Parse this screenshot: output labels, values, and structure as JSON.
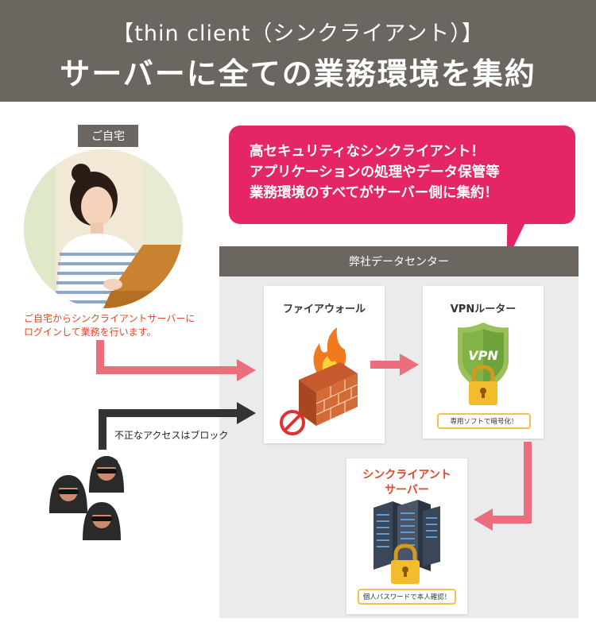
{
  "header": {
    "line1": "【thin client（シンクライアント）】",
    "line2": "サーバーに全ての業務環境を集約"
  },
  "home": {
    "tag": "ご自宅",
    "description_line1": "ご自宅からシンクライアントサーバーに",
    "description_line2": "ログインして業務を行います。"
  },
  "bubble": {
    "line1": "高セキュリティなシンクライアント！",
    "line2": "アプリケーションの処理やデータ保管等",
    "line3": "業務環境のすべてがサーバー側に集約！"
  },
  "datacenter": {
    "title": "弊社データセンター",
    "firewall": {
      "title": "ファイアウォール"
    },
    "vpn": {
      "title": "VPNルーター",
      "shield_text": "VPN",
      "badge": "専用ソフトで暗号化！"
    },
    "server": {
      "title_line1": "シンクライアント",
      "title_line2": "サーバー",
      "badge": "個人パスワードで本人確認！"
    }
  },
  "intruders": {
    "label": "不正なアクセスはブロック"
  },
  "colors": {
    "header_bg": "#6b6660",
    "bubble": "#e42764",
    "arrow_pink": "#ea6e7c",
    "arrow_dark": "#333333",
    "accent_orange": "#e0482a",
    "badge_border": "#f2c14e"
  }
}
